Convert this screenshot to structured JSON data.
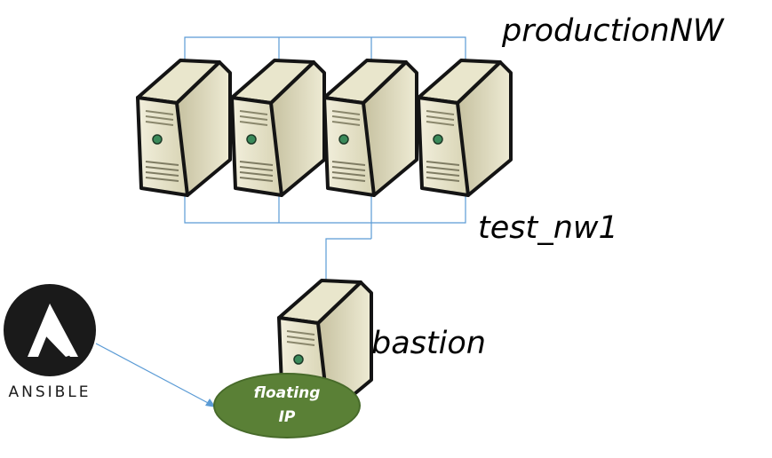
{
  "networks": {
    "production": "productionNW",
    "test": "test_nw1"
  },
  "nodes": {
    "bastion": "bastion",
    "ansible_wordmark": "ANSIBLE",
    "floating_ip_lines": [
      "floating",
      "IP"
    ]
  },
  "colors": {
    "network_line": "#5b9bd5",
    "floating_ip_fill": "#5a8036",
    "server_body": "#ddd9b8",
    "server_outline": "#1a1a1a",
    "ansible_bg": "#1a1a1a"
  },
  "icons": {
    "server": "server-tower-icon",
    "ansible": "ansible-logo-icon"
  }
}
